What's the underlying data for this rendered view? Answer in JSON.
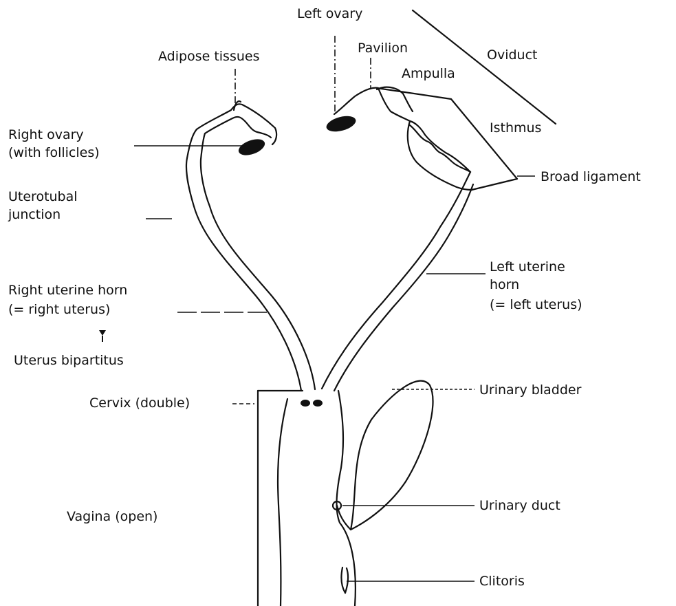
{
  "diagram": {
    "labels": {
      "left_ovary": "Left ovary",
      "pavilion": "Pavilion",
      "oviduct": "Oviduct",
      "ampulla": "Ampulla",
      "adipose_tissues": "Adipose tissues",
      "isthmus": "Isthmus",
      "right_ovary": [
        "Right ovary",
        "(with follicles)"
      ],
      "broad_ligament": "Broad ligament",
      "uterotubal_junction": [
        "Uterotubal",
        "junction"
      ],
      "left_uterine_horn": [
        "Left uterine",
        "horn",
        "(= left uterus)"
      ],
      "right_uterine_horn": [
        "Right uterine horn",
        "(= right uterus)"
      ],
      "uterus_bipartitus": "Uterus bipartitus",
      "cervix": "Cervix (double)",
      "urinary_bladder": "Urinary bladder",
      "urinary_duct": "Urinary duct",
      "vagina": "Vagina (open)",
      "clitoris": "Clitoris"
    }
  }
}
